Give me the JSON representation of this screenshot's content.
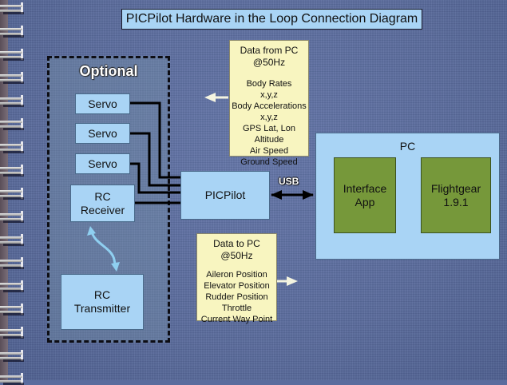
{
  "title": "PICPilot Hardware in the Loop Connection Diagram",
  "optional_group": {
    "label": "Optional",
    "servos": [
      {
        "label": "Servo"
      },
      {
        "label": "Servo"
      },
      {
        "label": "Servo"
      }
    ],
    "rc_receiver": {
      "line1": "RC",
      "line2": "Receiver"
    },
    "rc_transmitter": {
      "line1": "RC",
      "line2": "Transmitter"
    }
  },
  "picpilot": {
    "label": "PICPilot"
  },
  "usb_link": {
    "label": "USB"
  },
  "pc": {
    "label": "PC",
    "interface_app": {
      "line1": "Interface",
      "line2": "App"
    },
    "flightgear": {
      "line1": "Flightgear",
      "line2": "1.9.1"
    }
  },
  "data_from_pc": {
    "header_line1": "Data from PC",
    "header_line2": "@50Hz",
    "items": [
      "Body Rates",
      "x,y,z",
      "Body Accelerations",
      "x,y,z",
      "GPS Lat, Lon",
      "Altitude",
      "Air Speed",
      "Ground Speed"
    ]
  },
  "data_to_pc": {
    "header_line1": "Data to PC",
    "header_line2": "@50Hz",
    "items": [
      "Aileron Position",
      "Elevator Position",
      "Rudder Position",
      "Throttle",
      "Current Way Point"
    ]
  },
  "colors": {
    "background": "#5a6c9e",
    "box_blue": "#a9d4f5",
    "box_green": "#76983a",
    "note_yellow": "#f8f5c0",
    "wire": "#000000",
    "arrow_light": "#f4f4e0",
    "radio_link": "#8fcff0"
  }
}
